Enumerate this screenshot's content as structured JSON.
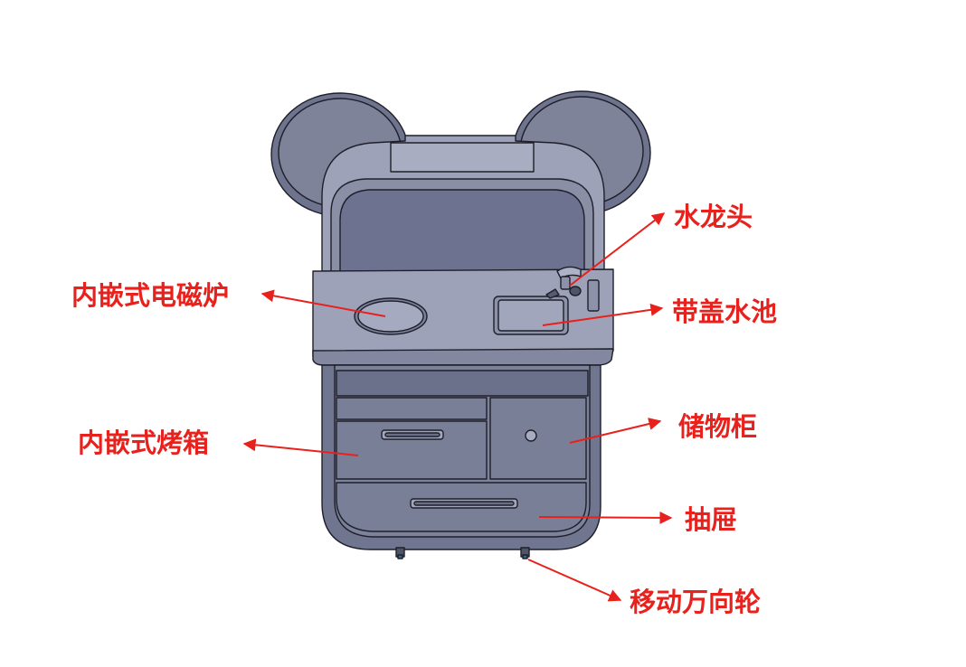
{
  "colors": {
    "body_fill": "#727791",
    "body_light": "#8d92ab",
    "body_pale": "#a3a7bd",
    "top_face": "#9fa3b9",
    "panel_dark": "#626781",
    "outline": "#1e1f2a",
    "callout": "#e8211c",
    "background": "#ffffff"
  },
  "callouts": {
    "faucet": "水龙头",
    "sink": "带盖水池",
    "cooktop": "内嵌式电磁炉",
    "oven": "内嵌式烤箱",
    "cabinet": "储物柜",
    "drawer": "抽屉",
    "casters": "移动万向轮"
  }
}
